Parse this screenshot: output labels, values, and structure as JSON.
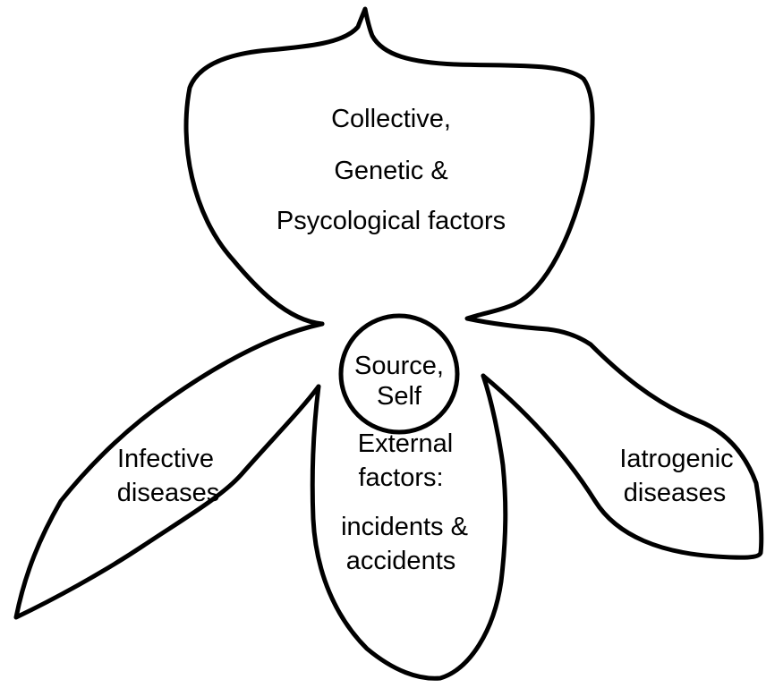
{
  "top_petal": {
    "line_1": "Collective,",
    "line_2": "Genetic &",
    "line_3": "Psycological factors"
  },
  "center": {
    "line_1": "Source,",
    "line_2": "Self"
  },
  "left_petal": {
    "line_1": "Infective",
    "line_2": "diseases"
  },
  "bottom_petal": {
    "line_1": "External",
    "line_2": "factors:",
    "line_3": "incidents &",
    "line_4": "accidents"
  },
  "right_petal": {
    "line_1": "Iatrogenic",
    "line_2": "diseases"
  },
  "colors": {
    "ink": "#000000",
    "background": "#ffffff"
  }
}
